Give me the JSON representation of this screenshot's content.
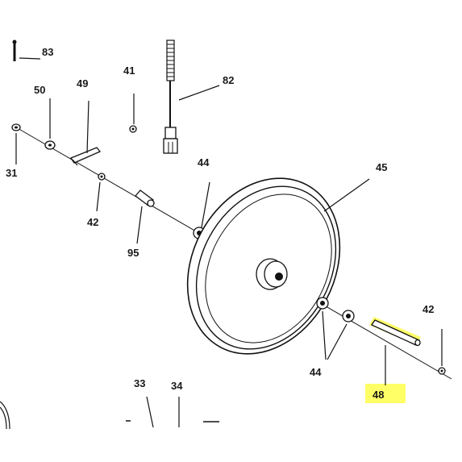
{
  "diagram": {
    "labels": {
      "p83": "83",
      "p50": "50",
      "p49": "49",
      "p41": "41",
      "p82": "82",
      "p31": "31",
      "p44_top": "44",
      "p45": "45",
      "p42_left": "42",
      "p95": "95",
      "p42_right": "42",
      "p44_bottom": "44",
      "p48": "48",
      "p33": "33",
      "p34": "34"
    },
    "highlight_color": "#ffff66",
    "highlighted_part": "48"
  }
}
